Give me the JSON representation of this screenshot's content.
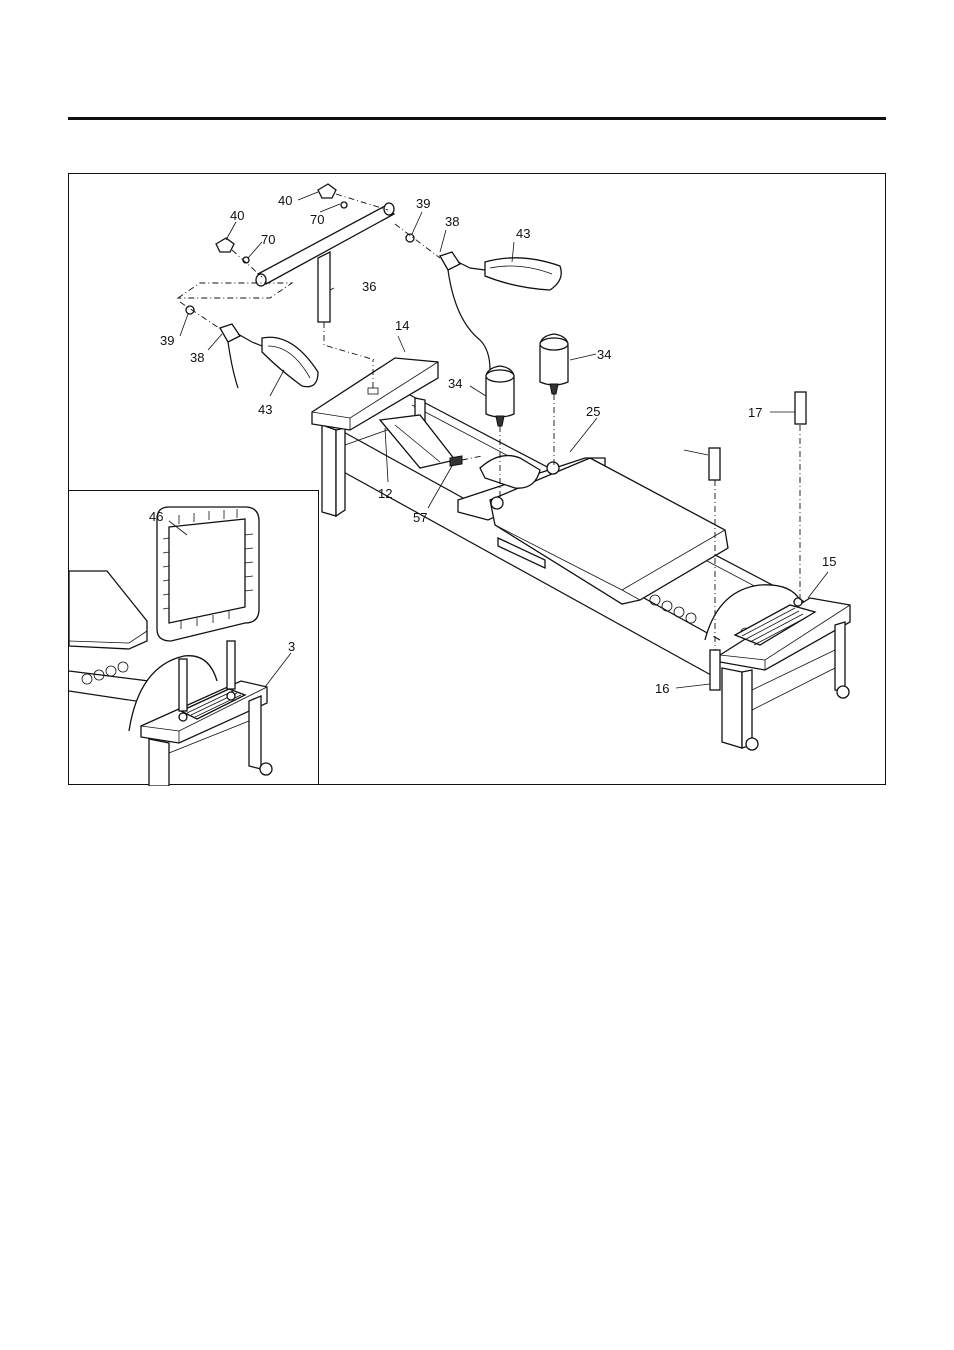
{
  "figure": {
    "callouts": {
      "c40a": "40",
      "c70a": "70",
      "c40b": "40",
      "c70b": "70",
      "c39a": "39",
      "c38a": "38",
      "c43a": "43",
      "c36": "36",
      "c39b": "39",
      "c38b": "38",
      "c43b": "43",
      "c14": "14",
      "c34a": "34",
      "c34b": "34",
      "c25": "25",
      "c12": "12",
      "c57": "57",
      "c17": "17",
      "c15": "15",
      "c16": "16",
      "c46": "46",
      "c3": "3"
    }
  }
}
